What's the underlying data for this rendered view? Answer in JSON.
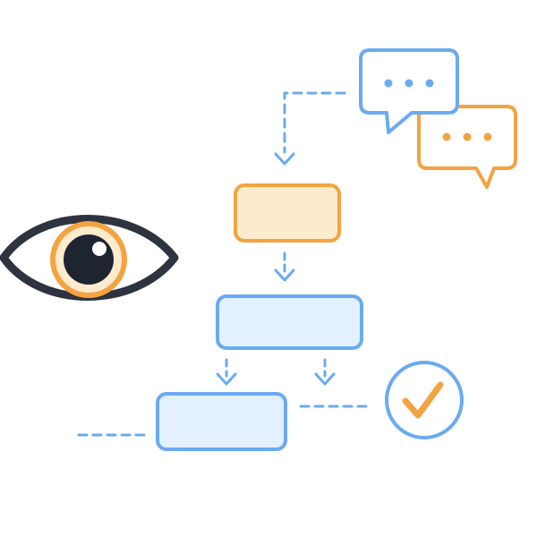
{
  "diagram": {
    "background": "#ffffff",
    "colors": {
      "blue_stroke": "#6aaaf0",
      "blue_fill": "#e3f0fd",
      "orange_stroke": "#f3a341",
      "orange_fill": "#fdebcd",
      "dark_stroke": "#2e3340",
      "pupil": "#1f2431",
      "connector": "#6aaaf0"
    },
    "icons": {
      "eye": "eye-icon",
      "chat_primary": "speech-bubble-icon",
      "chat_secondary": "speech-bubble-icon",
      "check": "check-circle-icon"
    },
    "nodes": [
      {
        "id": "step-1",
        "kind": "process",
        "color": "orange"
      },
      {
        "id": "step-2",
        "kind": "process",
        "color": "blue"
      },
      {
        "id": "step-3",
        "kind": "process",
        "color": "blue"
      }
    ],
    "edges": [
      {
        "from": "chat-primary",
        "to": "step-1",
        "style": "dashed-arrow"
      },
      {
        "from": "step-1",
        "to": "step-2",
        "style": "dashed-arrow"
      },
      {
        "from": "step-2",
        "to": "step-3",
        "style": "dashed-arrow"
      },
      {
        "from": "step-2",
        "to": "check",
        "style": "dashed-arrow"
      },
      {
        "from": "step-3",
        "to": "check",
        "style": "dashed-line"
      },
      {
        "from": "external",
        "to": "step-3",
        "style": "dashed-line"
      }
    ]
  }
}
